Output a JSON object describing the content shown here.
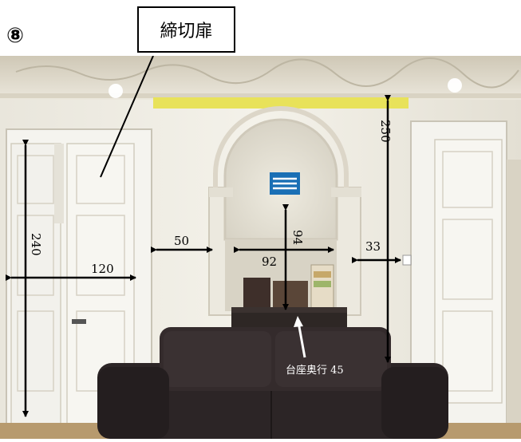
{
  "page_number": "⑧",
  "label_box_text": "締切扉",
  "dimensions": {
    "door_height": "240",
    "door_width": "120",
    "wall_gap": "50",
    "niche_width": "92",
    "niche_height": "94",
    "right_gap": "33",
    "ceiling_height": "250",
    "pedestal_depth": "台座奥行 45"
  },
  "colors": {
    "wall": "#f1efe6",
    "ceiling_band": "#e8e25a",
    "sofa": "#2c2526",
    "arrow": "#000000",
    "sign_blue": "#1a6fb5"
  }
}
